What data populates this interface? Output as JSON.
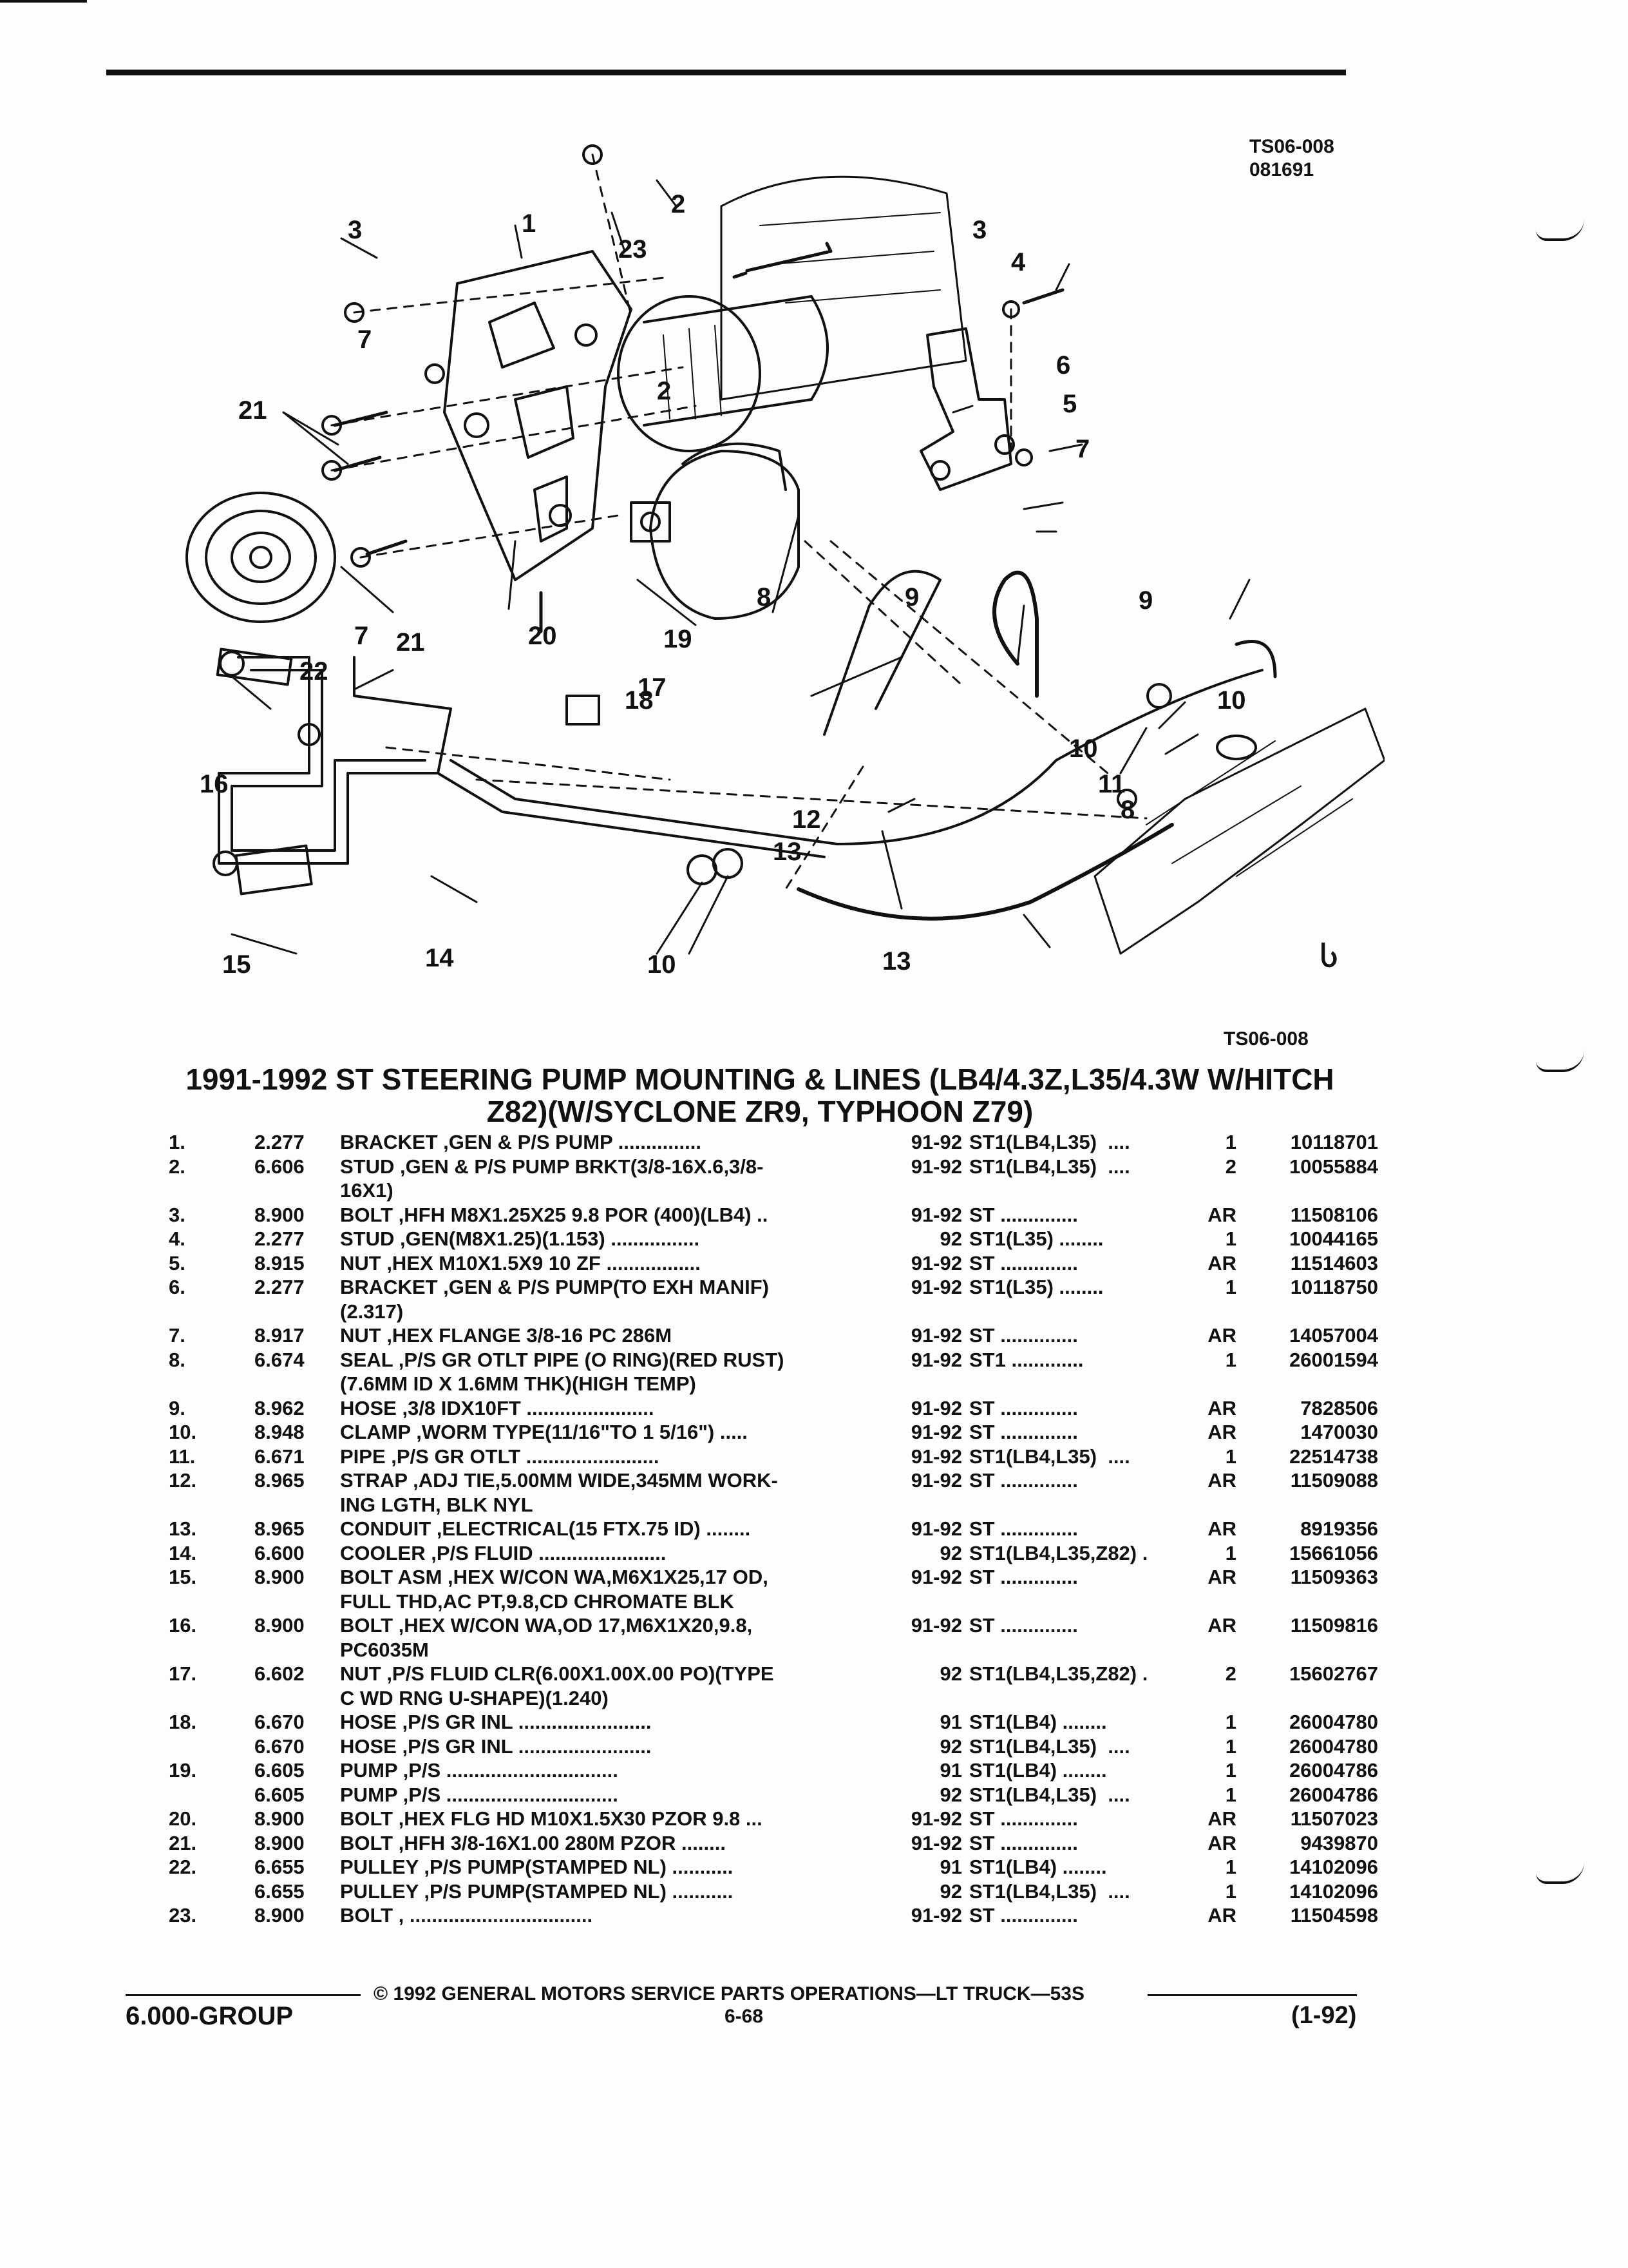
{
  "header": {
    "figure_code_top": "TS06-008",
    "figure_date": "081691",
    "figure_code_bottom": "TS06-008"
  },
  "diagram_callouts": [
    "1",
    "2",
    "3",
    "4",
    "5",
    "6",
    "7",
    "8",
    "9",
    "10",
    "11",
    "12",
    "13",
    "14",
    "15",
    "16",
    "17",
    "18",
    "19",
    "20",
    "21",
    "22",
    "23"
  ],
  "title": {
    "line1": "1991-1992 ST STEERING PUMP MOUNTING & LINES (LB4/4.3Z,L35/4.3W W/HITCH",
    "line2": "Z82)(W/SYCLONE ZR9, TYPHOON Z79)"
  },
  "parts": [
    {
      "item": "1.",
      "code": "2.277",
      "desc": "BRACKET ,GEN & P/S PUMP ...............",
      "years": "91-92",
      "models": "ST1(LB4,L35)  ....",
      "qty": "1",
      "pn": "10118701"
    },
    {
      "item": "2.",
      "code": "6.606",
      "desc": "STUD ,GEN & P/S PUMP BRKT(3/8-16X.6,3/8-",
      "years": "91-92",
      "models": "ST1(LB4,L35)  ....",
      "qty": "2",
      "pn": "10055884"
    },
    {
      "item": "",
      "code": "",
      "desc": "16X1)",
      "years": "",
      "models": "",
      "qty": "",
      "pn": ""
    },
    {
      "item": "3.",
      "code": "8.900",
      "desc": "BOLT ,HFH M8X1.25X25 9.8 POR (400)(LB4) ..",
      "years": "91-92",
      "models": "ST ..............",
      "qty": "AR",
      "pn": "11508106"
    },
    {
      "item": "4.",
      "code": "2.277",
      "desc": "STUD ,GEN(M8X1.25)(1.153) ................",
      "years": "92",
      "models": "ST1(L35) ........",
      "qty": "1",
      "pn": "10044165"
    },
    {
      "item": "5.",
      "code": "8.915",
      "desc": "NUT ,HEX M10X1.5X9 10 ZF .................",
      "years": "91-92",
      "models": "ST ..............",
      "qty": "AR",
      "pn": "11514603"
    },
    {
      "item": "6.",
      "code": "2.277",
      "desc": "BRACKET ,GEN & P/S PUMP(TO EXH MANIF)",
      "years": "91-92",
      "models": "ST1(L35) ........",
      "qty": "1",
      "pn": "10118750"
    },
    {
      "item": "",
      "code": "",
      "desc": "(2.317)",
      "years": "",
      "models": "",
      "qty": "",
      "pn": ""
    },
    {
      "item": "7.",
      "code": "8.917",
      "desc": "NUT ,HEX FLANGE 3/8-16 PC 286M",
      "years": "91-92",
      "models": "ST ..............",
      "qty": "AR",
      "pn": "14057004"
    },
    {
      "item": "8.",
      "code": "6.674",
      "desc": "SEAL ,P/S GR OTLT PIPE (O RING)(RED RUST)",
      "years": "91-92",
      "models": "ST1 .............",
      "qty": "1",
      "pn": "26001594"
    },
    {
      "item": "",
      "code": "",
      "desc": "(7.6MM ID X 1.6MM THK)(HIGH TEMP)",
      "years": "",
      "models": "",
      "qty": "",
      "pn": ""
    },
    {
      "item": "9.",
      "code": "8.962",
      "desc": "HOSE ,3/8 IDX10FT .......................",
      "years": "91-92",
      "models": "ST ..............",
      "qty": "AR",
      "pn": "7828506"
    },
    {
      "item": "10.",
      "code": "8.948",
      "desc": "CLAMP ,WORM TYPE(11/16\"TO 1 5/16\") .....",
      "years": "91-92",
      "models": "ST ..............",
      "qty": "AR",
      "pn": "1470030"
    },
    {
      "item": "11.",
      "code": "6.671",
      "desc": "PIPE ,P/S GR OTLT ........................",
      "years": "91-92",
      "models": "ST1(LB4,L35)  ....",
      "qty": "1",
      "pn": "22514738"
    },
    {
      "item": "12.",
      "code": "8.965",
      "desc": "STRAP ,ADJ TIE,5.00MM WIDE,345MM WORK-",
      "years": "91-92",
      "models": "ST ..............",
      "qty": "AR",
      "pn": "11509088"
    },
    {
      "item": "",
      "code": "",
      "desc": "ING LGTH, BLK NYL",
      "years": "",
      "models": "",
      "qty": "",
      "pn": ""
    },
    {
      "item": "13.",
      "code": "8.965",
      "desc": "CONDUIT ,ELECTRICAL(15 FTX.75 ID) ........",
      "years": "91-92",
      "models": "ST ..............",
      "qty": "AR",
      "pn": "8919356"
    },
    {
      "item": "14.",
      "code": "6.600",
      "desc": "COOLER ,P/S FLUID .......................",
      "years": "92",
      "models": "ST1(LB4,L35,Z82) .",
      "qty": "1",
      "pn": "15661056"
    },
    {
      "item": "15.",
      "code": "8.900",
      "desc": "BOLT ASM ,HEX W/CON WA,M6X1X25,17 OD,",
      "years": "91-92",
      "models": "ST ..............",
      "qty": "AR",
      "pn": "11509363"
    },
    {
      "item": "",
      "code": "",
      "desc": "FULL THD,AC PT,9.8,CD CHROMATE BLK",
      "years": "",
      "models": "",
      "qty": "",
      "pn": ""
    },
    {
      "item": "16.",
      "code": "8.900",
      "desc": "BOLT ,HEX W/CON WA,OD 17,M6X1X20,9.8,",
      "years": "91-92",
      "models": "ST ..............",
      "qty": "AR",
      "pn": "11509816"
    },
    {
      "item": "",
      "code": "",
      "desc": "PC6035M",
      "years": "",
      "models": "",
      "qty": "",
      "pn": ""
    },
    {
      "item": "17.",
      "code": "6.602",
      "desc": "NUT ,P/S FLUID CLR(6.00X1.00X.00 PO)(TYPE",
      "years": "92",
      "models": "ST1(LB4,L35,Z82) .",
      "qty": "2",
      "pn": "15602767"
    },
    {
      "item": "",
      "code": "",
      "desc": "C WD RNG U-SHAPE)(1.240)",
      "years": "",
      "models": "",
      "qty": "",
      "pn": ""
    },
    {
      "item": "18.",
      "code": "6.670",
      "desc": "HOSE ,P/S GR INL ........................",
      "years": "91",
      "models": "ST1(LB4) ........",
      "qty": "1",
      "pn": "26004780"
    },
    {
      "item": "",
      "code": "6.670",
      "desc": "HOSE ,P/S GR INL ........................",
      "years": "92",
      "models": "ST1(LB4,L35)  ....",
      "qty": "1",
      "pn": "26004780"
    },
    {
      "item": "19.",
      "code": "6.605",
      "desc": "PUMP ,P/S ...............................",
      "years": "91",
      "models": "ST1(LB4) ........",
      "qty": "1",
      "pn": "26004786"
    },
    {
      "item": "",
      "code": "6.605",
      "desc": "PUMP ,P/S ...............................",
      "years": "92",
      "models": "ST1(LB4,L35)  ....",
      "qty": "1",
      "pn": "26004786"
    },
    {
      "item": "20.",
      "code": "8.900",
      "desc": "BOLT ,HEX FLG HD M10X1.5X30 PZOR 9.8 ...",
      "years": "91-92",
      "models": "ST ..............",
      "qty": "AR",
      "pn": "11507023"
    },
    {
      "item": "21.",
      "code": "8.900",
      "desc": "BOLT ,HFH 3/8-16X1.00 280M PZOR ........",
      "years": "91-92",
      "models": "ST ..............",
      "qty": "AR",
      "pn": "9439870"
    },
    {
      "item": "22.",
      "code": "6.655",
      "desc": "PULLEY ,P/S PUMP(STAMPED NL) ...........",
      "years": "91",
      "models": "ST1(LB4) ........",
      "qty": "1",
      "pn": "14102096"
    },
    {
      "item": "",
      "code": "6.655",
      "desc": "PULLEY ,P/S PUMP(STAMPED NL) ...........",
      "years": "92",
      "models": "ST1(LB4,L35)  ....",
      "qty": "1",
      "pn": "14102096"
    },
    {
      "item": "23.",
      "code": "8.900",
      "desc": "BOLT , .................................",
      "years": "91-92",
      "models": "ST ..............",
      "qty": "AR",
      "pn": "11504598"
    }
  ],
  "footer": {
    "copyright": "© 1992 GENERAL MOTORS SERVICE PARTS OPERATIONS—LT TRUCK—53S",
    "group": "6.000-GROUP",
    "page": "6-68",
    "date_code": "(1-92)"
  }
}
